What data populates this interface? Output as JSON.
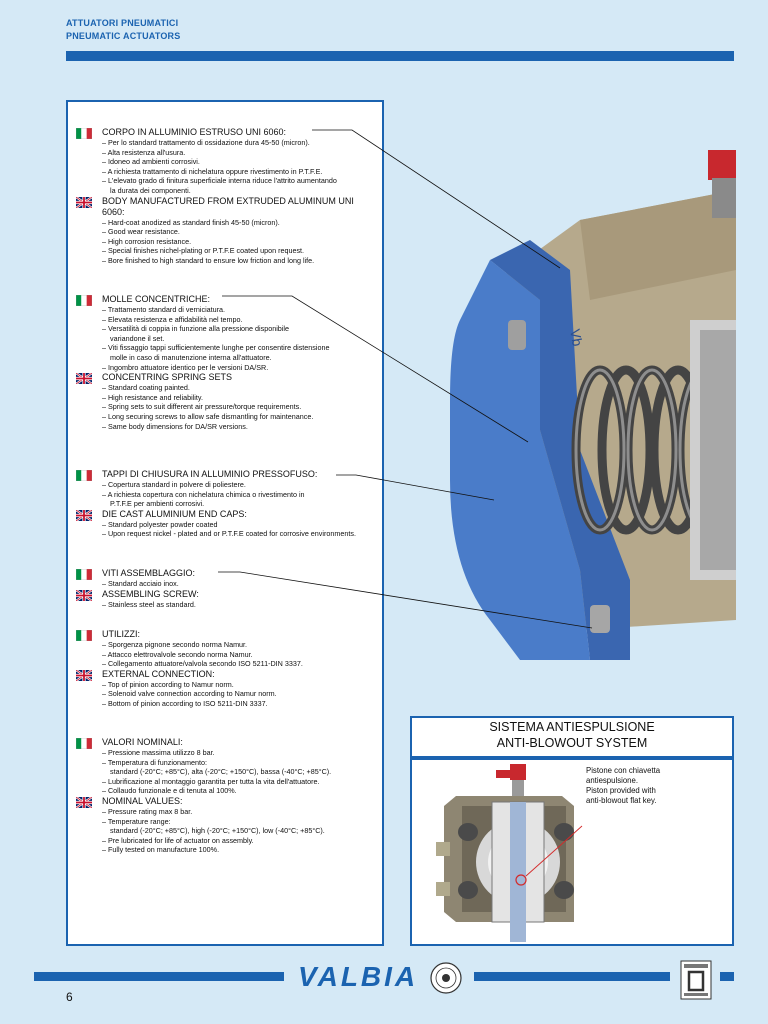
{
  "header": {
    "line1": "ATTUATORI PNEUMATICI",
    "line2": "PNEUMATIC ACTUATORS"
  },
  "flags": {
    "it": "italy-flag",
    "en": "uk-flag"
  },
  "sections": [
    {
      "it_title": "CORPO IN ALLUMINIO ESTRUSO UNI 6060:",
      "it_items": [
        "– Per lo standard trattamento di ossidazione dura 45-50 (micron).",
        "– Alta resistenza all'usura.",
        "– Idoneo ad ambienti corrosivi.",
        "– A richiesta trattamento di nichelatura oppure rivestimento in P.T.F.E.",
        "– L'elevato grado di finitura superficiale interna riduce l'attrito aumentando",
        "la durata dei componenti."
      ],
      "en_title": "BODY MANUFACTURED FROM EXTRUDED ALUMINUM UNI 6060:",
      "en_items": [
        "– Hard-coat anodized as standard finish 45-50 (micron).",
        "– Good wear resistance.",
        "– High corrosion resistance.",
        "– Special finishes nichel-plating or P.T.F.E coated upon request.",
        "– Bore finished to high standard to ensure low friction and long life."
      ]
    },
    {
      "it_title": "MOLLE CONCENTRICHE:",
      "it_items": [
        "– Trattamento standard di verniciatura.",
        "– Elevata resistenza e affidabilità nel tempo.",
        "– Versatilità di coppia in funzione alla pressione disponibile",
        "variandone il set.",
        "– Viti fissaggio tappi sufficientemente lunghe per consentire distensione",
        "molle in caso di manutenzione interna all'attuatore.",
        "– Ingombro attuatore identico per le versioni DA/SR."
      ],
      "en_title": "CONCENTRING SPRING SETS",
      "en_items": [
        "– Standard coating painted.",
        "– High resistance and reliability.",
        "– Spring sets to suit different air pressure/torque requirements.",
        "– Long securing screws to allow safe dismantling for maintenance.",
        "– Same body dimensions for DA/SR versions."
      ]
    },
    {
      "it_title": "TAPPI DI CHIUSURA IN ALLUMINIO PRESSOFUSO:",
      "it_items": [
        "– Copertura standard in polvere di poliestere.",
        "– A richiesta copertura con nichelatura chimica o rivestimento in",
        "P.T.F.E per ambienti corrosivi."
      ],
      "en_title": "DIE CAST ALUMINIUM END CAPS:",
      "en_items": [
        "– Standard polyester powder coated",
        "– Upon request nickel - plated and or P.T.F.E coated for corrosive environments."
      ]
    },
    {
      "it_title": "VITI ASSEMBLAGGIO:",
      "it_items": [
        "– Standard acciaio inox."
      ],
      "en_title": "ASSEMBLING SCREW:",
      "en_items": [
        "– Stainless steel as standard."
      ]
    },
    {
      "it_title": "UTILIZZI:",
      "it_items": [
        "– Sporgenza pignone secondo norma Namur.",
        "– Attacco elettrovalvole secondo norma Namur.",
        "– Collegamento attuatore/valvola secondo ISO 5211-DIN 3337."
      ],
      "en_title": "EXTERNAL CONNECTION:",
      "en_items": [
        "– Top of pinion according to Namur norm.",
        "– Solenoid valve connection according to Namur norm.",
        "– Bottom of pinion according to ISO 5211-DIN 3337."
      ]
    },
    {
      "it_title": "VALORI NOMINALI:",
      "it_items": [
        "– Pressione massima utilizzo 8  bar.",
        "– Temperatura di funzionamento:",
        "standard (-20°C; +85°C), alta (-20°C; +150°C), bassa (-40°C; +85°C).",
        "– Lubrificazione al montaggio garantita per tutta la vita dell'attuatore.",
        "– Collaudo funzionale e di tenuta al 100%."
      ],
      "en_title": "NOMINAL VALUES:",
      "en_items": [
        "– Pressure rating max 8 bar.",
        "– Temperature range:",
        "standard (-20°C; +85°C), high (-20°C; +150°C), low (-40°C; +85°C).",
        "– Pre lubricated for life of actuator on assembly.",
        "– Fully tested on manufacture 100%."
      ]
    }
  ],
  "antiblowout": {
    "title_it": "SISTEMA ANTIESPULSIONE",
    "title_en": "ANTI-BLOWOUT SYSTEM",
    "note": [
      "Pistone con chiavetta",
      "antiespulsione.",
      "Piston provided with",
      "anti-blowout flat key."
    ]
  },
  "footer": {
    "page": "6",
    "logo": "VALBIA"
  },
  "colors": {
    "brand_blue": "#1b63b0",
    "background": "#d5e9f6",
    "endcap_blue": "#4a7cc9",
    "body_tan": "#b6a98c"
  }
}
